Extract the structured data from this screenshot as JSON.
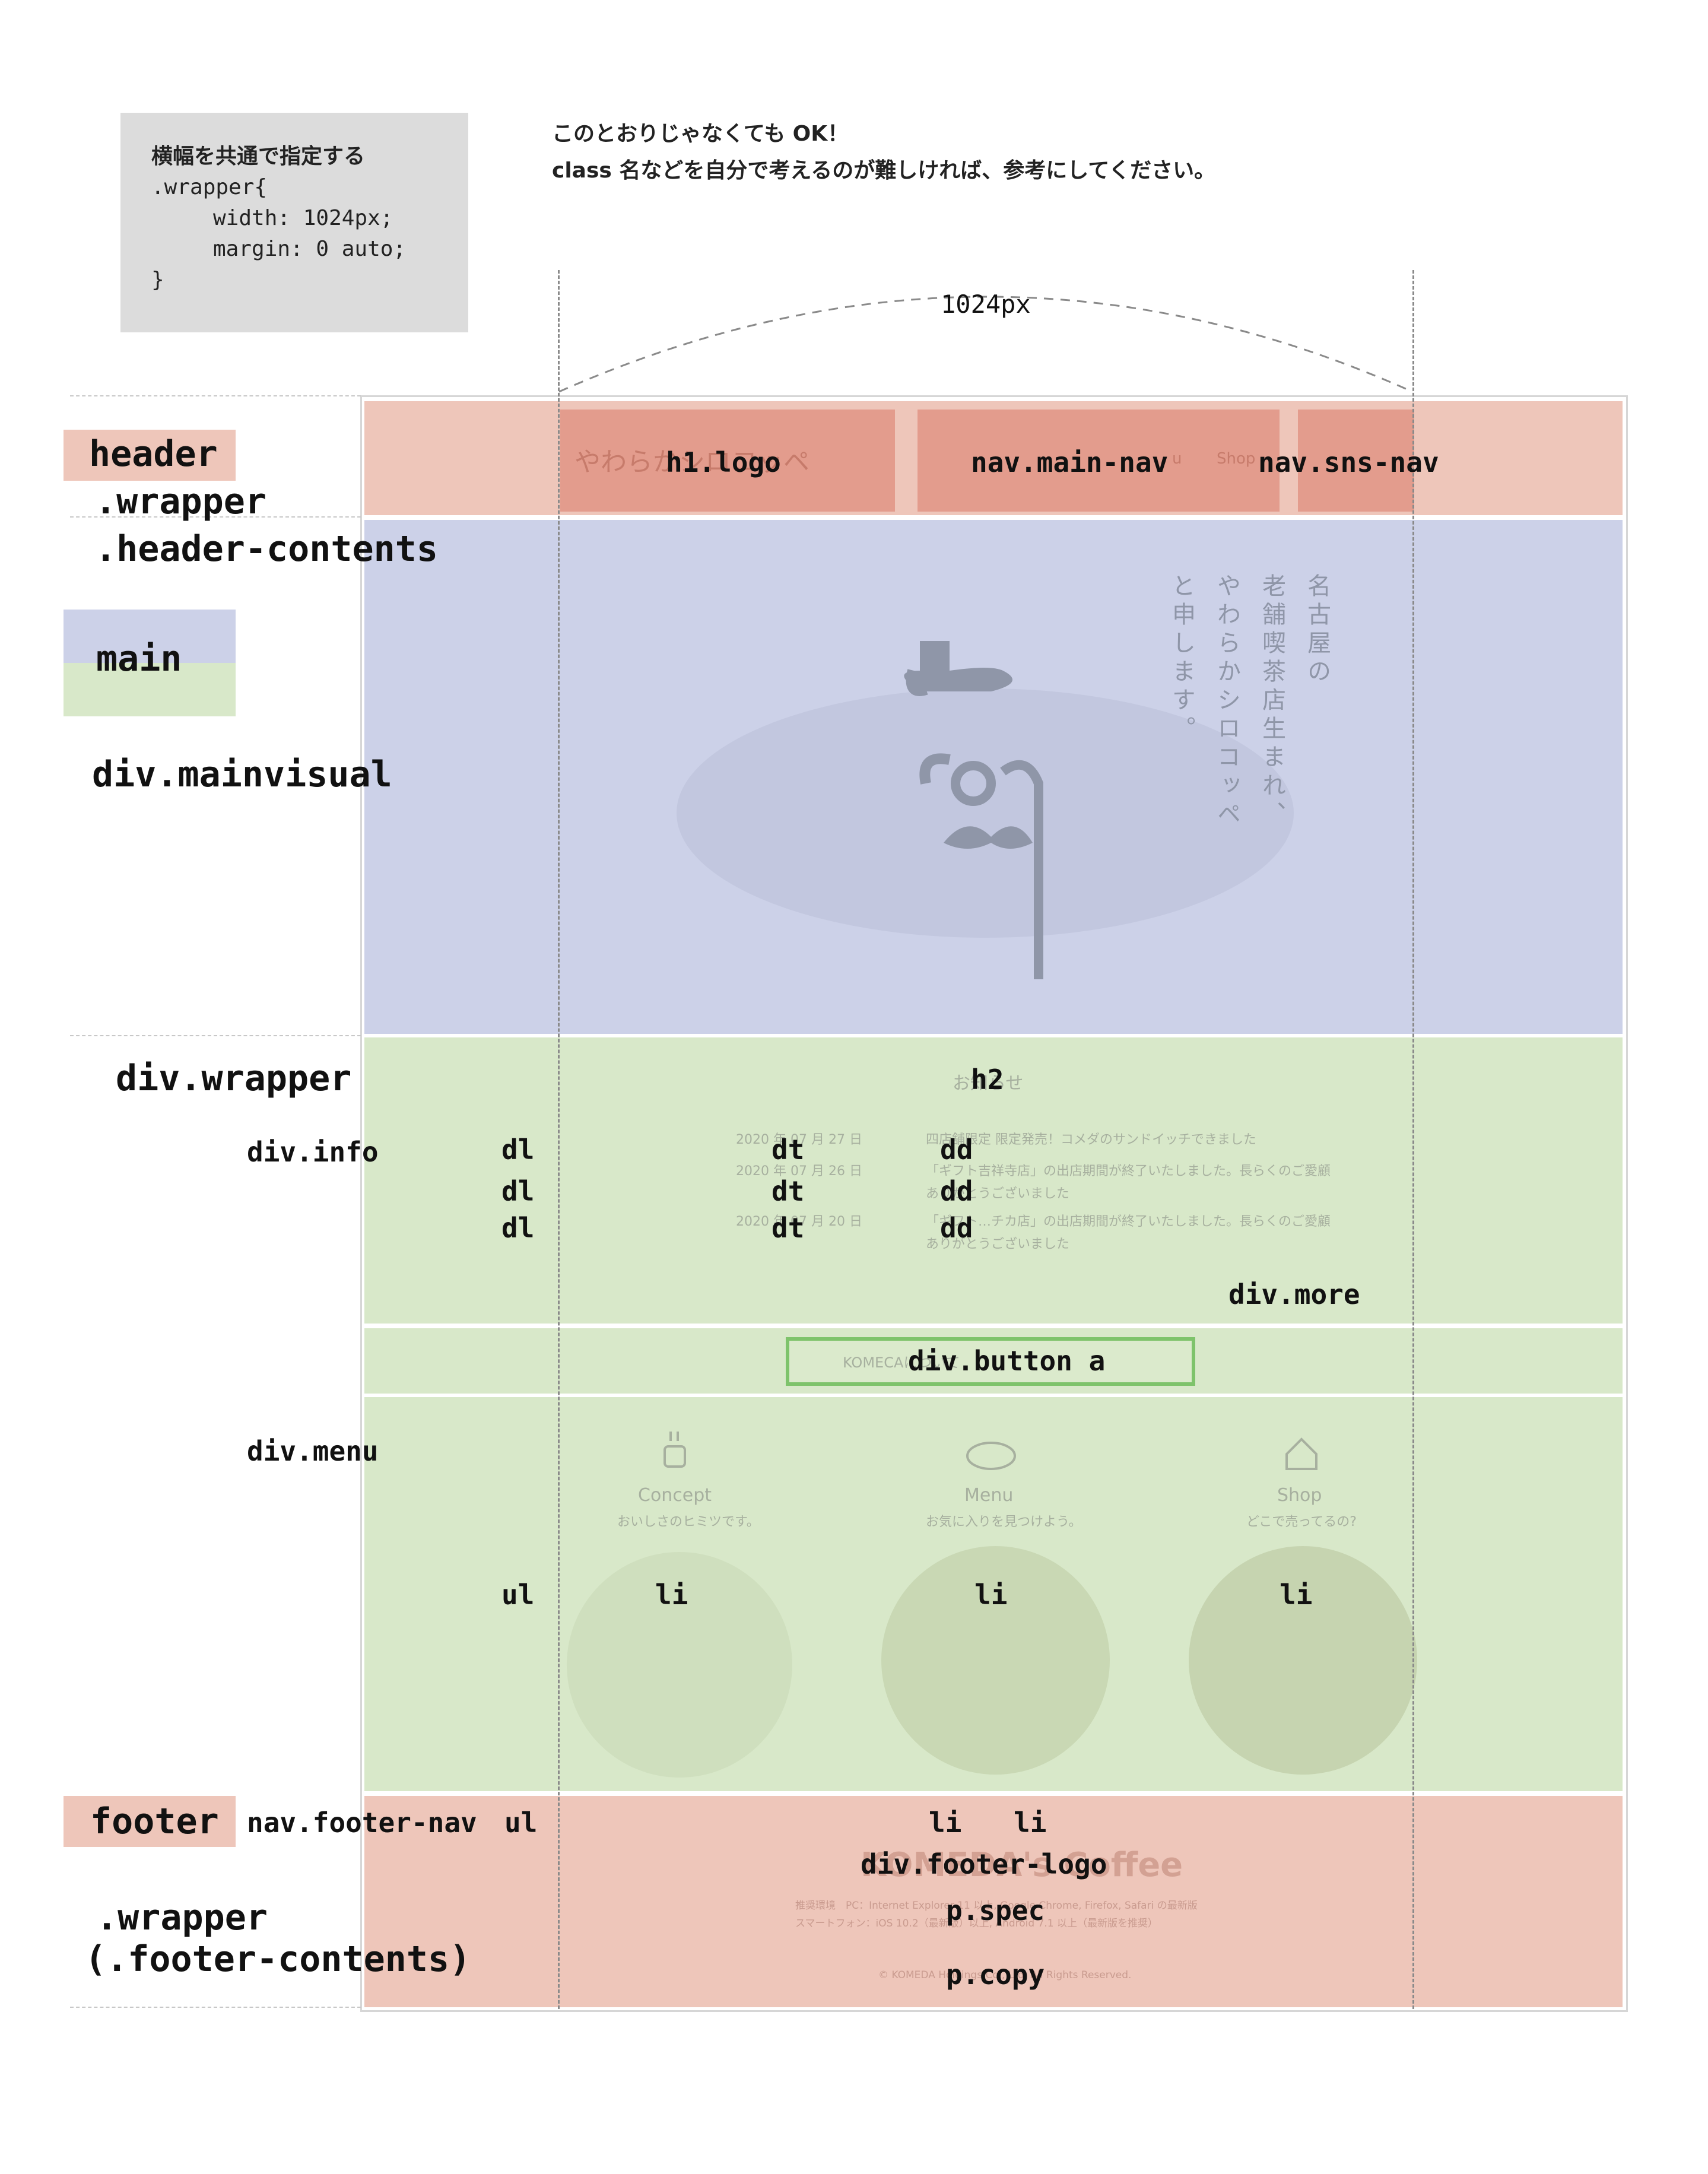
{
  "code_note": {
    "comment": "横幅を共通で指定する",
    "selector": ".wrapper{",
    "width_line": "width: 1024px;",
    "margin_line": "margin: 0 auto;",
    "close": "}"
  },
  "notes": {
    "line1": "このとおりじゃなくても OK！",
    "line2": "class 名などを自分で考えるのが難しければ、参考にしてください。"
  },
  "width_label": "1024px",
  "left_labels": {
    "header": "header",
    "wrapper": ".wrapper",
    "header_contents": ".header-contents",
    "main": "main",
    "mainvisual": "div.mainvisual",
    "div_wrapper": "div.wrapper",
    "info": "div.info",
    "menu": "div.menu",
    "footer": "footer",
    "footer_nav": "nav.footer-nav",
    "footer_wrapper": ".wrapper",
    "footer_contents": "(.footer-contents)"
  },
  "header_labels": {
    "logo": "h1.logo",
    "main_nav": "nav.main-nav",
    "sns_nav": "nav.sns-nav"
  },
  "site_bg": {
    "logo_text": "やわらかシロコッペ",
    "nav_u": "u",
    "nav_shop": "Shop",
    "catch_cols": [
      "名古屋の",
      "老舗喫茶店生まれ、",
      "やわらかシロコッペ",
      "と申します。"
    ],
    "news_heading": "お知らせ",
    "news": [
      {
        "date": "2020 年 07 月 27 日",
        "text": "四店舗限定 限定発売！コメダのサンドイッチできました"
      },
      {
        "date": "2020 年 07 月 26 日",
        "text": "「ギフト吉祥寺店」の出店期間が終了いたしました。長らくのご愛顧ありがとうございました"
      },
      {
        "date": "2020 年 07 月 20 日",
        "text": "「ギフト…チカ店」の出店期間が終了いたしました。長らくのご愛顧ありがとうございました"
      }
    ],
    "button_text": "KOMECAについて",
    "menu": [
      {
        "title": "Concept",
        "sub": "おいしさのヒミツです。"
      },
      {
        "title": "Menu",
        "sub": "お気に入りを見つけよう。"
      },
      {
        "title": "Shop",
        "sub": "どこで売ってるの?"
      }
    ],
    "footer_logo": "KOMEDA's Coffee",
    "spec1": "推奨環境　PC：Internet Explorer 11 以上, Google Chrome, Firefox, Safari の最新版",
    "spec2": "スマートフォン：iOS 10.2（最新版）以上, Android 7.1 以上（最新版を推奨）",
    "copy": "© KOMEDA Holdings Co., Ltd. All Rights Reserved."
  },
  "element_labels": {
    "h2": "h2",
    "dl": [
      "dl",
      "dl",
      "dl"
    ],
    "dt": [
      "dt",
      "dt",
      "dt"
    ],
    "dd": [
      "dd",
      "dd",
      "dd"
    ],
    "more": "div.more",
    "button": "div.button a",
    "ul": "ul",
    "li": [
      "li",
      "li",
      "li"
    ],
    "footer_ul": "ul",
    "footer_li": [
      "li",
      "li"
    ],
    "footer_logo": "div.footer-logo",
    "spec": "p.spec",
    "copy": "p.copy"
  },
  "colors": {
    "header": "#eec6ba",
    "header_inner": "#e39c8d",
    "main": "#ccd1e8",
    "content": "#d8e8c9",
    "footer": "#eec6ba",
    "button_border": "#7ec36b"
  }
}
